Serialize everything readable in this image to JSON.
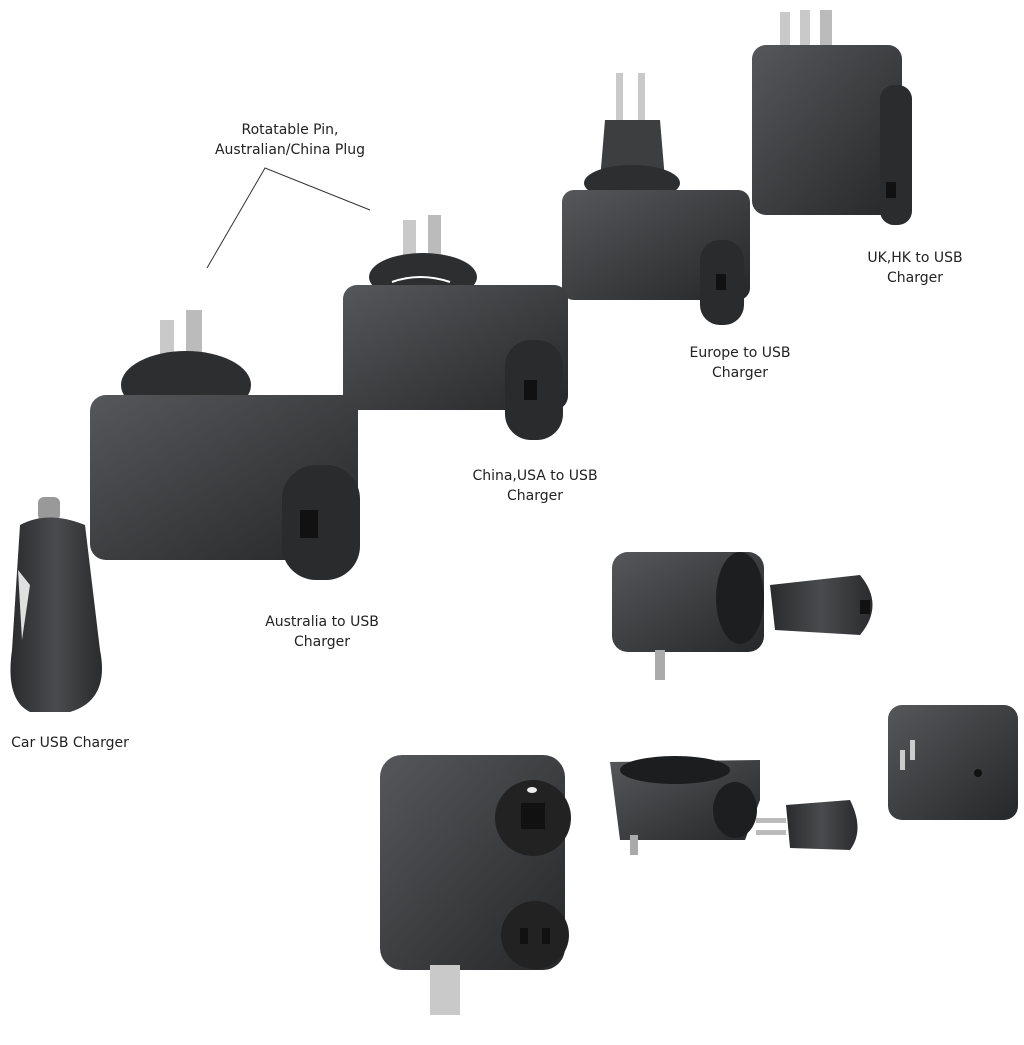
{
  "labels": {
    "rotatable_pin": {
      "line1": "Rotatable Pin,",
      "line2": "Australian/China Plug"
    },
    "uk_hk": {
      "line1": "UK,HK to USB",
      "line2": "Charger"
    },
    "europe": {
      "line1": "Europe to USB",
      "line2": "Charger"
    },
    "china_usa": {
      "line1": "China,USA to USB",
      "line2": "Charger"
    },
    "australia": {
      "line1": "Australia to USB",
      "line2": "Charger"
    },
    "car": {
      "line1": "Car USB Charger"
    }
  },
  "colors": {
    "body": "#3a3b3d",
    "body_dark": "#262729",
    "body_light": "#55575a",
    "pin": "#c9c9c9"
  }
}
